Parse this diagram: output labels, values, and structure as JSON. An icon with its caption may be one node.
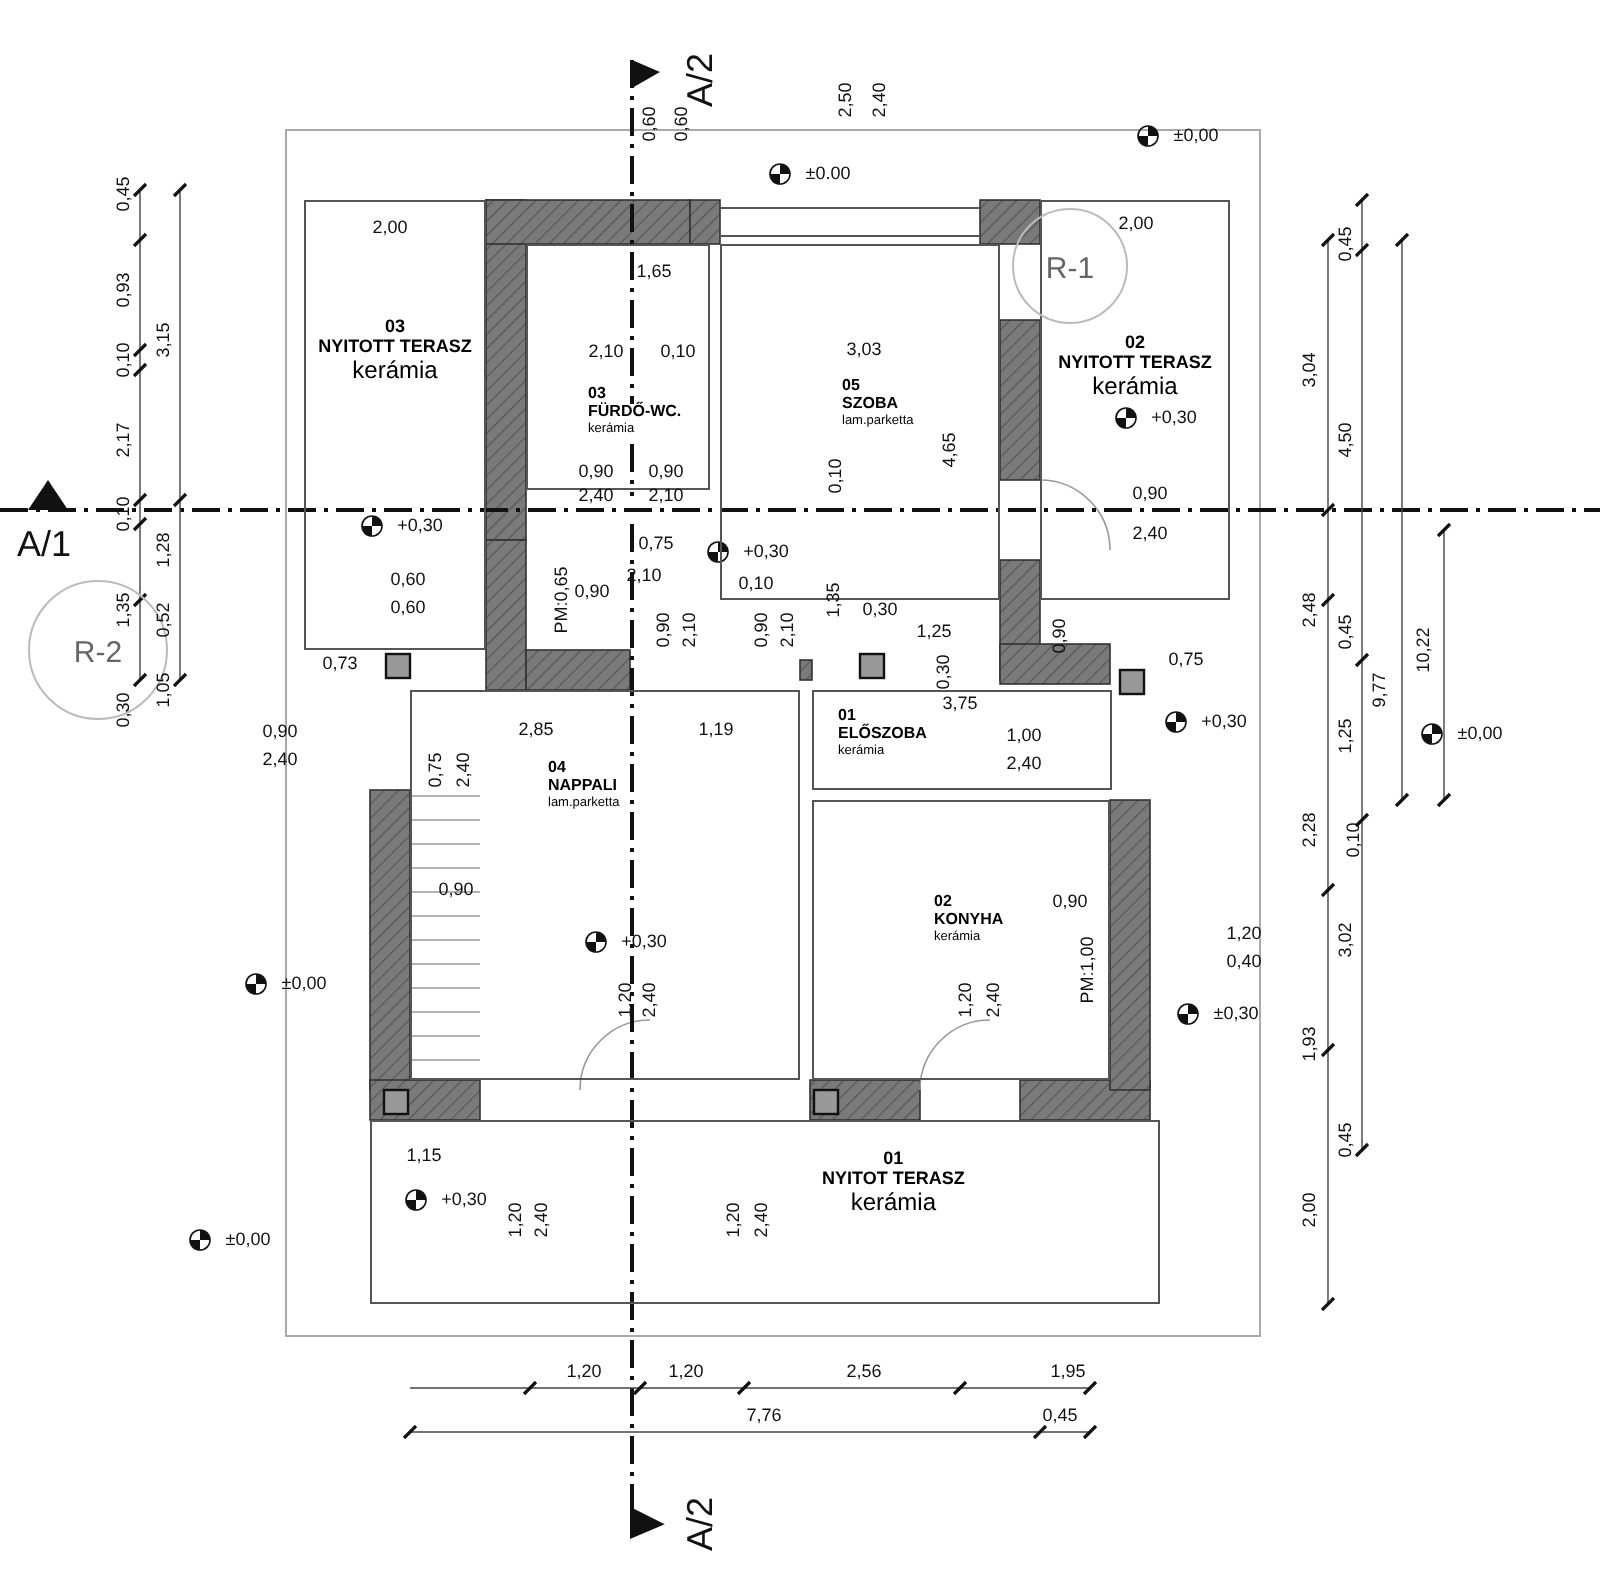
{
  "diagram": {
    "nodes": [
      {
        "text": [
          "03",
          "NYITOTT TERASZ",
          "kerámia"
        ]
      },
      {
        "text": [
          "03",
          "FÜRDŐ-WC.",
          "kerámia"
        ]
      },
      {
        "text": [
          "05",
          "SZOBA",
          "lam.parketta"
        ]
      },
      {
        "text": [
          "02",
          "NYITOTT TERASZ",
          "kerámia"
        ]
      },
      {
        "text": [
          "01",
          "ELŐSZOBA",
          "kerámia"
        ]
      },
      {
        "text": [
          "04",
          "NAPPALI",
          "lam.parketta"
        ]
      },
      {
        "text": [
          "02",
          "KONYHA",
          "kerámia"
        ]
      },
      {
        "text": [
          "01",
          "NYITOT TERASZ",
          "kerámia"
        ]
      },
      {
        "text": [
          "R-1"
        ]
      },
      {
        "text": [
          "R-2"
        ]
      }
    ],
    "edges": [],
    "labels": [
      "A/2",
      "2,50",
      "2,40",
      "0,60",
      "0,60",
      "±0,00",
      "±0.00",
      "0,45",
      "2,00",
      "2,00",
      "0,45",
      "1,65",
      "0,93",
      "3,15",
      "0,10",
      "2,10",
      "0,10",
      "3,03",
      "3,04",
      "+0,30",
      "2,17",
      "4,65",
      "4,50",
      "0,90",
      "0,90",
      "2,40",
      "2,10",
      "0,90",
      "0,10",
      "0,10",
      "+0,30",
      "2,40",
      "A/1",
      "1,28",
      "0,75",
      "+0,30",
      "0,60",
      "0,90",
      "PM:0,65",
      "2,10",
      "0,10",
      "1,35",
      "0,30",
      "2,48",
      "0,60",
      "1,35",
      "0,52",
      "0,90",
      "2,10",
      "0,90",
      "2,10",
      "1,25",
      "0,90",
      "0,45",
      "0,73",
      "0,75",
      "10,22",
      "9,77",
      "0,30",
      "1,05",
      "0,30",
      "3,75",
      "0,90",
      "2,85",
      "1,19",
      "1,00",
      "+0,30",
      "1,25",
      "±0,00",
      "2,40",
      "0,75",
      "2,40",
      "2,40",
      "2,28",
      "0,10",
      "0,90",
      "0,90",
      "1,20",
      "3,02",
      "+0,30",
      "0,40",
      "PM:1,00",
      "±0,00",
      "1,20",
      "2,40",
      "1,20",
      "2,40",
      "±0,30",
      "1,93",
      "0,45",
      "1,15",
      "+0,30",
      "1,20",
      "2,40",
      "1,20",
      "2,40",
      "2,00",
      "±0,00",
      "1,20",
      "1,20",
      "2,56",
      "1,95",
      "7,76",
      "0,45",
      "A/2"
    ]
  }
}
